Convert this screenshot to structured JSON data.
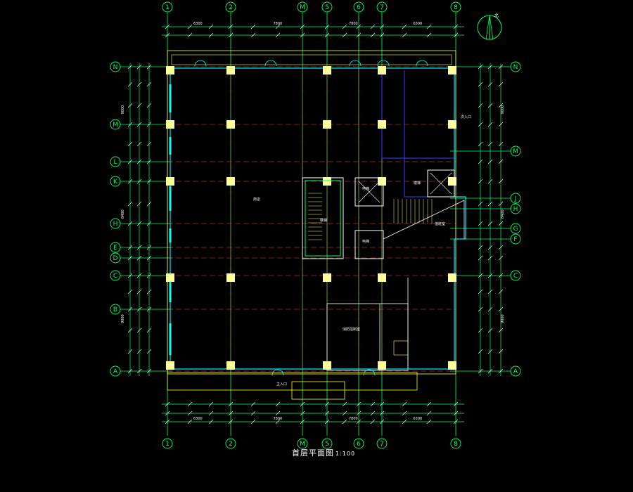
{
  "drawing": {
    "title": "首层平面图",
    "scale": "1:100",
    "north_label": "北"
  },
  "grid": {
    "columns": [
      "1",
      "2",
      "M",
      "5",
      "6",
      "7",
      "8"
    ],
    "rows_left": [
      "N",
      "M",
      "L",
      "K",
      "H",
      "E",
      "D",
      "C",
      "B",
      "A"
    ],
    "rows_right": [
      "N",
      "M",
      "J",
      "H",
      "G",
      "F",
      "C",
      "A"
    ]
  },
  "dimensions": {
    "top_overall": [
      "6300",
      "7800",
      "7800",
      "6300"
    ],
    "bottom_overall": [
      "6300",
      "7800",
      "7800",
      "6300"
    ],
    "left_overall": [
      "9000",
      "8400",
      "9000"
    ],
    "right_overall": [
      "9000",
      "8400",
      "9000"
    ]
  },
  "rooms": [
    {
      "id": "hall",
      "label": "商店"
    },
    {
      "id": "stair1",
      "label": "楼梯"
    },
    {
      "id": "elevator1",
      "label": "电梯"
    },
    {
      "id": "elevator2",
      "label": "电梯"
    },
    {
      "id": "stair2",
      "label": "楼梯"
    },
    {
      "id": "equipment",
      "label": "消防控制室"
    },
    {
      "id": "entrance",
      "label": "主入口"
    },
    {
      "id": "side_entrance",
      "label": "次入口"
    },
    {
      "id": "side_room",
      "label": "值班室"
    }
  ],
  "colors": {
    "grid_axis": "#00ff66",
    "walls": "#00e5ff",
    "columns": "#ffff99",
    "dim_lines": "#00ff66",
    "outline": "#ffff33",
    "structure": "#3b3bff",
    "text": "#ffffff"
  },
  "icons": [
    "north-arrow-icon",
    "door-swing-icon",
    "column-icon",
    "axis-bubble-icon"
  ]
}
